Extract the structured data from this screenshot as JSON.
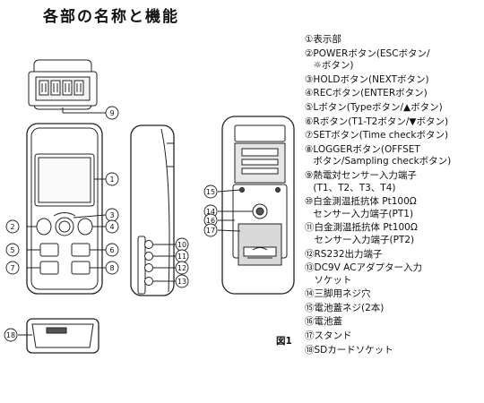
{
  "title": "各部の名称と機能",
  "figure_label": "図1",
  "legend": [
    {
      "num": "①",
      "lines": [
        "表示部"
      ]
    },
    {
      "num": "②",
      "lines": [
        "POWERボタン(ESCボタン/",
        "☼ボタン)"
      ]
    },
    {
      "num": "③",
      "lines": [
        "HOLDボタン(NEXTボタン)"
      ]
    },
    {
      "num": "④",
      "lines": [
        "RECボタン(ENTERボタン)"
      ]
    },
    {
      "num": "⑤",
      "lines": [
        "Lボタン(Typeボタン/▲ボタン)"
      ]
    },
    {
      "num": "⑥",
      "lines": [
        "Rボタン(T1-T2ボタン/▼ボタン)"
      ]
    },
    {
      "num": "⑦",
      "lines": [
        "SETボタン(Time checkボタン)"
      ]
    },
    {
      "num": "⑧",
      "lines": [
        "LOGGERボタン(OFFSET",
        "ボタン/Sampling checkボタン)"
      ]
    },
    {
      "num": "⑨",
      "lines": [
        "熱電対センサー入力端子",
        "(T1、T2、T3、T4)"
      ]
    },
    {
      "num": "⑩",
      "lines": [
        "白金測温抵抗体 Pt100Ω",
        "センサー入力端子(PT1)"
      ]
    },
    {
      "num": "⑪",
      "lines": [
        "白金測温抵抗体 Pt100Ω",
        "センサー入力端子(PT2)"
      ]
    },
    {
      "num": "⑫",
      "lines": [
        "RS232出力端子"
      ]
    },
    {
      "num": "⑬",
      "lines": [
        "DC9V ACアダプター入力",
        "ソケット"
      ]
    },
    {
      "num": "⑭",
      "lines": [
        "三脚用ネジ穴"
      ]
    },
    {
      "num": "⑮",
      "lines": [
        "電池蓋ネジ(2本)"
      ]
    },
    {
      "num": "⑯",
      "lines": [
        "電池蓋"
      ]
    },
    {
      "num": "⑰",
      "lines": [
        "スタンド"
      ]
    },
    {
      "num": "⑱",
      "lines": [
        "SDカードソケット"
      ]
    }
  ],
  "callouts": {
    "c1": "1",
    "c2": "2",
    "c3": "3",
    "c4": "4",
    "c5": "5",
    "c6": "6",
    "c7": "7",
    "c8": "8",
    "c9": "9",
    "c10": "10",
    "c11": "11",
    "c12": "12",
    "c13": "13",
    "c14": "14",
    "c15": "15",
    "c16": "16",
    "c17": "17",
    "c18": "18"
  },
  "colors": {
    "stroke": "#222222",
    "body": "#ffffff",
    "shade": "#cfcfcf",
    "dark": "#333333"
  }
}
